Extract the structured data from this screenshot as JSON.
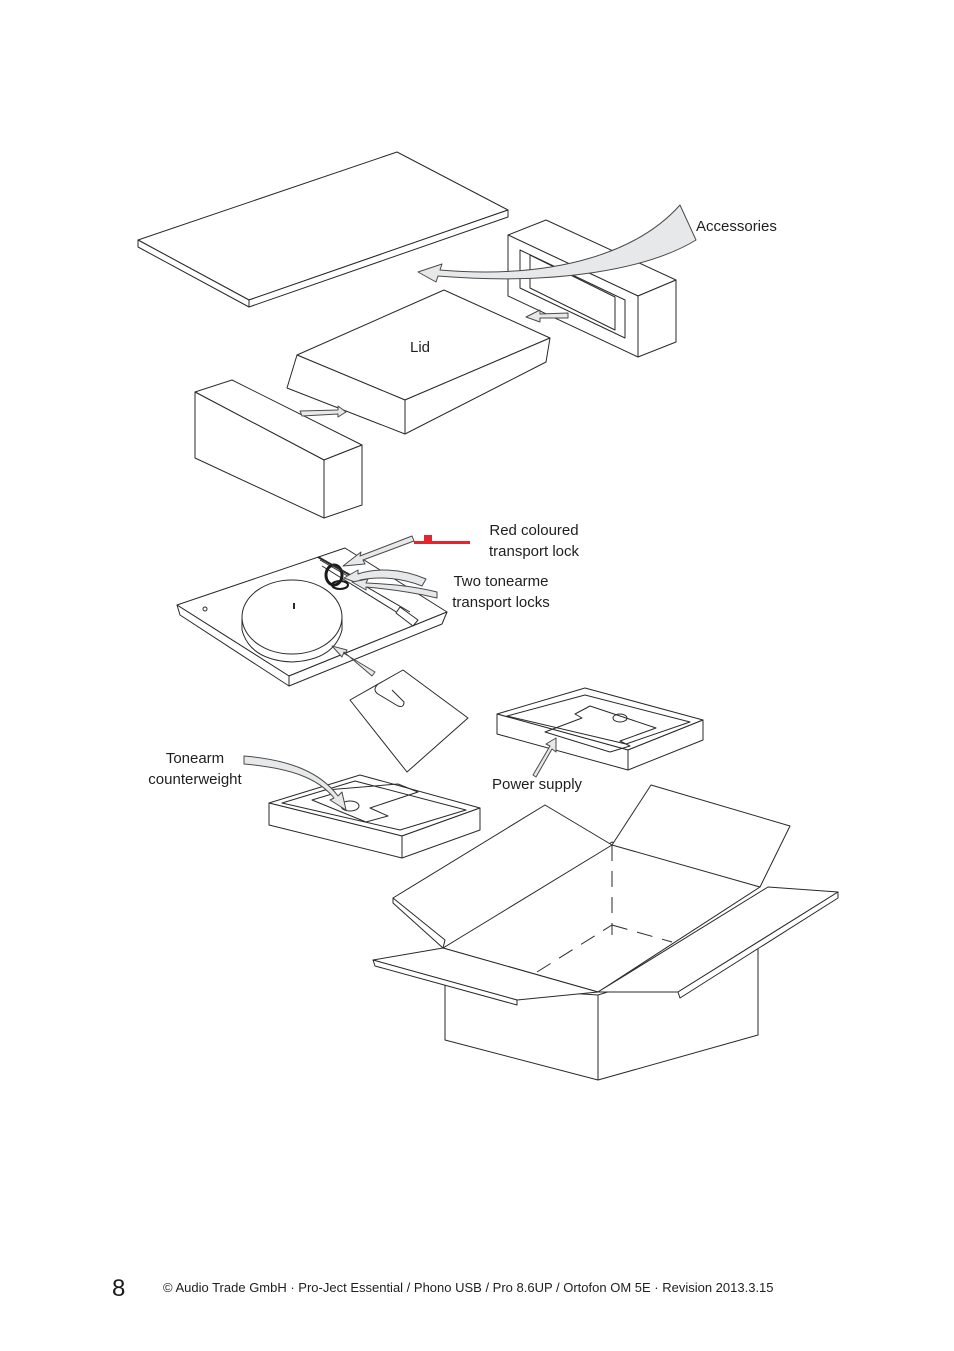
{
  "labels": {
    "accessories": "Accessories",
    "lid": "Lid",
    "red_lock_line1": "Red coloured",
    "red_lock_line2": "transport lock",
    "tonearm_locks_line1": "Two tonearme",
    "tonearm_locks_line2": "transport locks",
    "counterweight_line1": "Tonearm",
    "counterweight_line2": "counterweight",
    "power_supply": "Power supply"
  },
  "footer": {
    "page_number": "8",
    "copyright": "© Audio Trade GmbH · Pro-Ject Essential / Phono USB / Pro 8.6UP / Ortofon OM 5E · Revision 2013.3.15"
  },
  "colors": {
    "transport_lock": "#e3262d",
    "arrow_fill": "#e6e8ea"
  }
}
